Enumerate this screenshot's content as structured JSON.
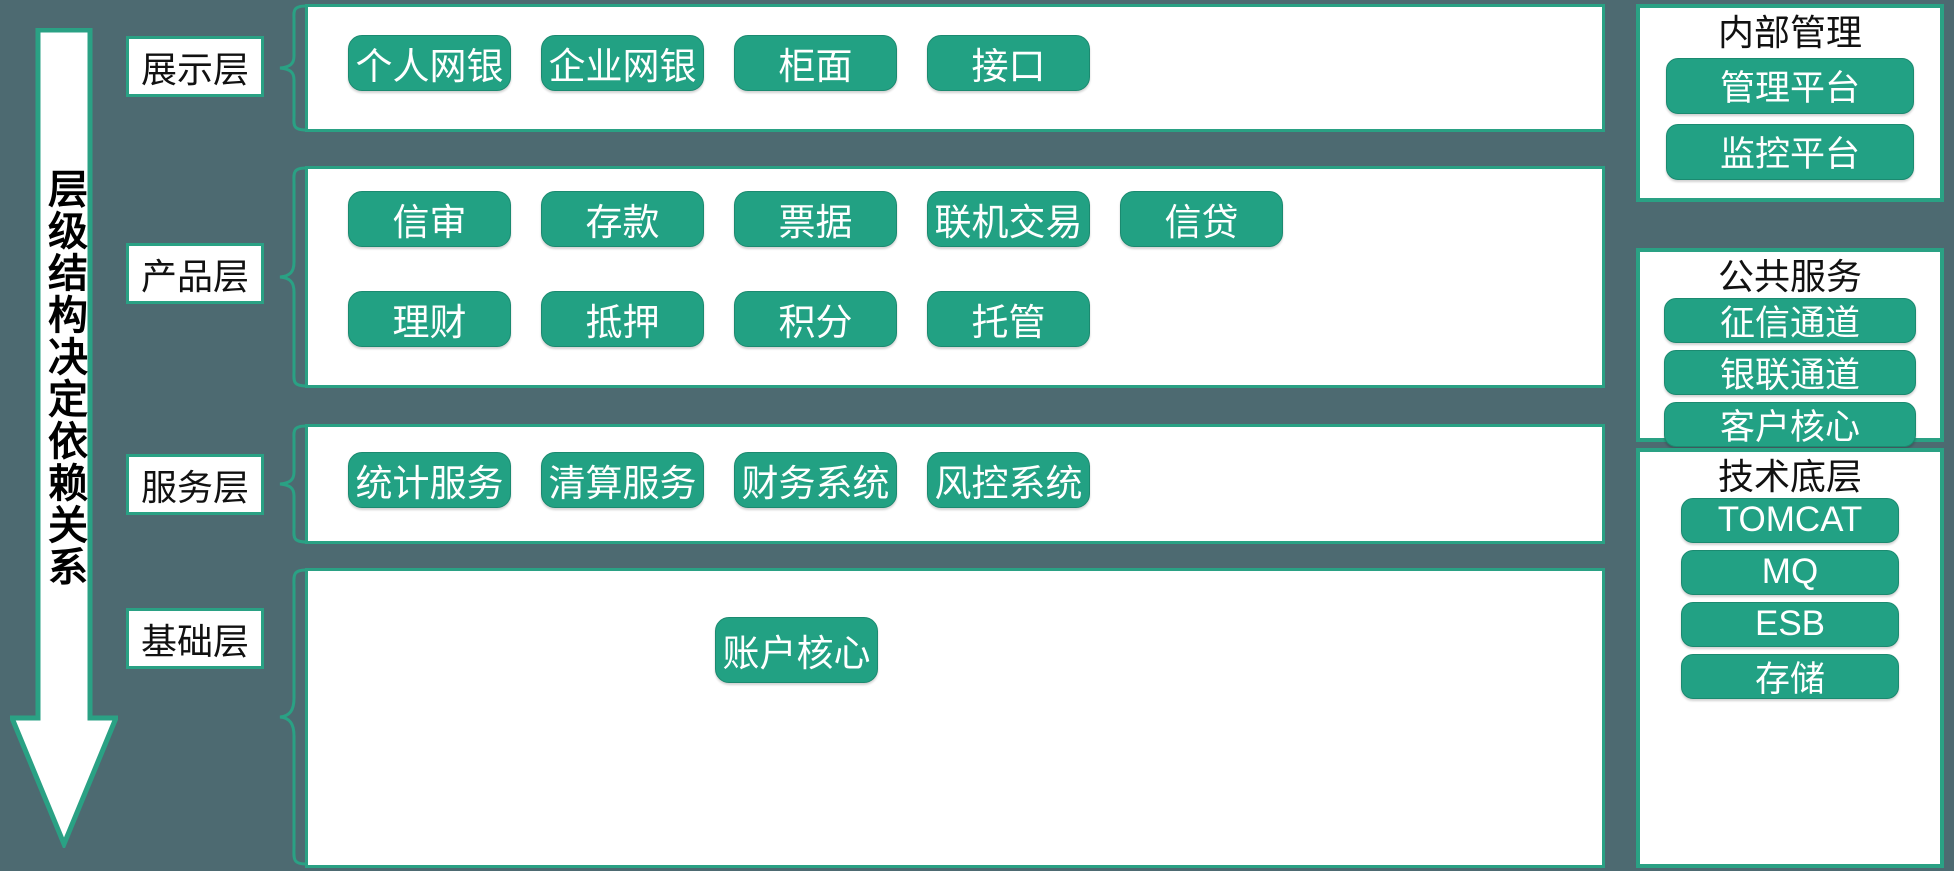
{
  "colors": {
    "background": "#4d6a71",
    "accent_green": "#22a183",
    "panel_border": "#2aa184",
    "panel_fill": "#ffffff",
    "chip_text": "#ffffff",
    "label_text": "#111111"
  },
  "arrow": {
    "name": "downward-arrow",
    "text": "层级结构决定依赖关系",
    "direction": "down"
  },
  "layers": [
    {
      "id": "presentation",
      "label": "展示层",
      "rows": [
        [
          "个人网银",
          "企业网银",
          "柜面",
          "接口"
        ]
      ]
    },
    {
      "id": "product",
      "label": "产品层",
      "rows": [
        [
          "信审",
          "存款",
          "票据",
          "联机交易",
          "信贷"
        ],
        [
          "理财",
          "抵押",
          "积分",
          "托管"
        ]
      ]
    },
    {
      "id": "service",
      "label": "服务层",
      "rows": [
        [
          "统计服务",
          "清算服务",
          "财务系统",
          "风控系统"
        ]
      ]
    },
    {
      "id": "foundation",
      "label": "基础层",
      "rows": [
        [
          "账户核心"
        ]
      ]
    }
  ],
  "side_panels": [
    {
      "id": "internal-management",
      "title": "内部管理",
      "items": [
        "管理平台",
        "监控平台"
      ]
    },
    {
      "id": "public-service",
      "title": "公共服务",
      "items": [
        "征信通道",
        "银联通道",
        "客户核心"
      ]
    },
    {
      "id": "technology-foundation",
      "title": "技术底层",
      "items": [
        "TOMCAT",
        "MQ",
        "ESB",
        "存储"
      ]
    }
  ]
}
